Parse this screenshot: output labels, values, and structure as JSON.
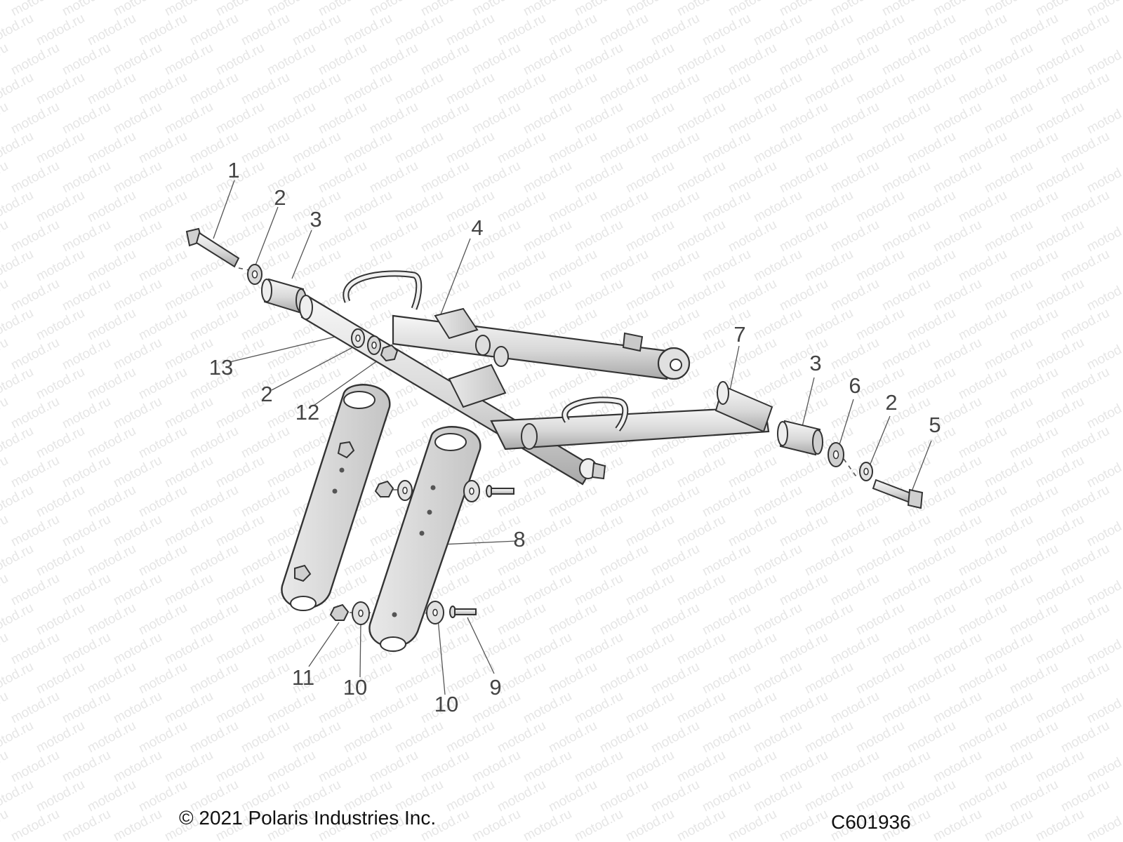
{
  "watermark": {
    "text": "motod.ru"
  },
  "callouts": [
    {
      "id": "c1",
      "label": "1"
    },
    {
      "id": "c2a",
      "label": "2"
    },
    {
      "id": "c3a",
      "label": "3"
    },
    {
      "id": "c4",
      "label": "4"
    },
    {
      "id": "c13",
      "label": "13"
    },
    {
      "id": "c2b",
      "label": "2"
    },
    {
      "id": "c12",
      "label": "12"
    },
    {
      "id": "c7",
      "label": "7"
    },
    {
      "id": "c3b",
      "label": "3"
    },
    {
      "id": "c6",
      "label": "6"
    },
    {
      "id": "c2c",
      "label": "2"
    },
    {
      "id": "c5",
      "label": "5"
    },
    {
      "id": "c8",
      "label": "8"
    },
    {
      "id": "c11",
      "label": "11"
    },
    {
      "id": "c10a",
      "label": "10"
    },
    {
      "id": "c10b",
      "label": "10"
    },
    {
      "id": "c9",
      "label": "9"
    }
  ],
  "footer": {
    "copyright": "© 2021 Polaris Industries Inc.",
    "diagram_code": "C601936"
  }
}
